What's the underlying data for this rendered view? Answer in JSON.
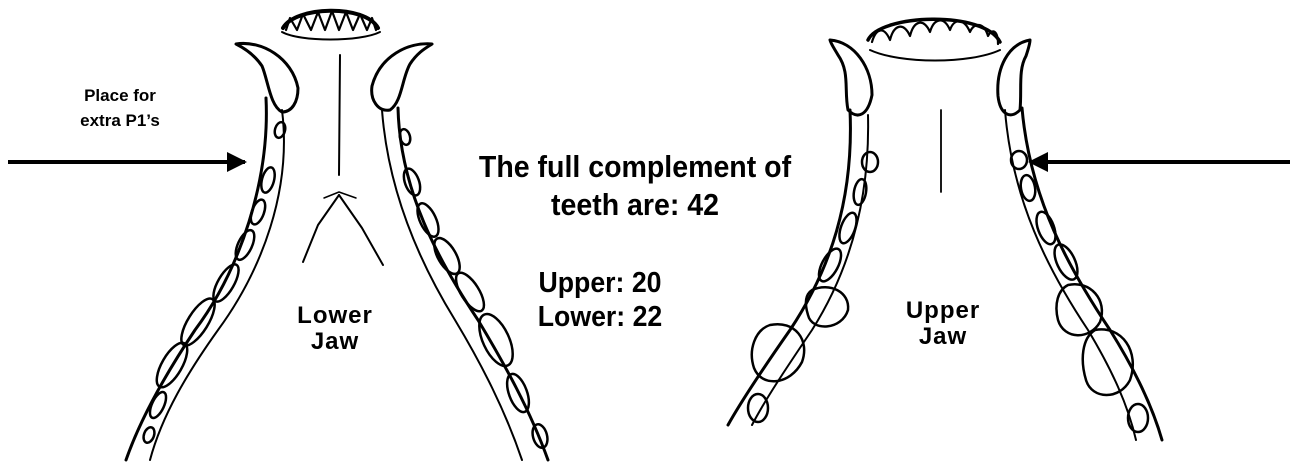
{
  "annotation": {
    "place_line1": "Place for",
    "place_line2": "extra P1’s"
  },
  "summary": {
    "line1": "The full complement of",
    "line2": "teeth are: 42",
    "upper": "Upper: 20",
    "lower": "Lower: 22"
  },
  "lower_jaw": {
    "line1": "Lower",
    "line2": "Jaw"
  },
  "upper_jaw": {
    "line1": "Upper",
    "line2": "Jaw"
  },
  "colors": {
    "ink": "#000000",
    "background": "#ffffff"
  }
}
